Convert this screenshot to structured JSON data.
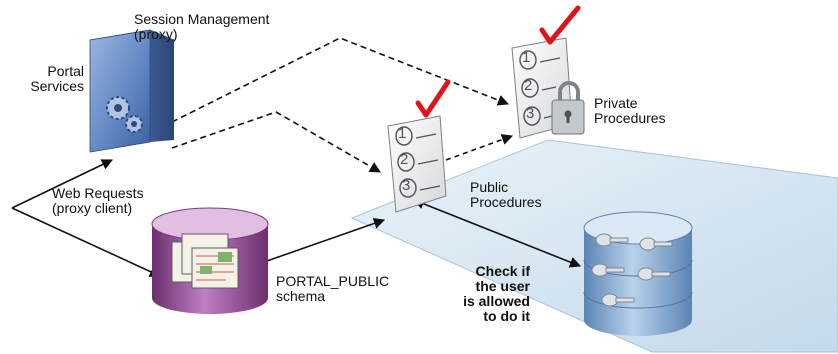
{
  "labels": {
    "session_management": "Session Management\n(proxy)",
    "portal_services": "Portal\nServices",
    "web_requests": "Web Requests\n(proxy client)",
    "portal_public_schema": "PORTAL_PUBLIC\nschema",
    "public_procedures": "Public\nProcedures",
    "private_procedures": "Private\nProcedures",
    "check_user": "Check if\nthe user\nis allowed\nto do it"
  },
  "list_numbers": [
    "1",
    "2",
    "3"
  ],
  "icons": {
    "server": "portal-services-server-icon",
    "schema": "portal-public-database-icon",
    "public_list": "public-procedures-checklist-icon",
    "private_list": "private-procedures-checklist-icon",
    "lock": "padlock-icon",
    "keys_db": "access-keys-database-icon"
  },
  "colors": {
    "platform": "#cfe2ef",
    "server": "#5f85c2",
    "schema": "#a45aa8",
    "keys_db": "#8fb2d8",
    "check_mark": "#e0131a"
  }
}
